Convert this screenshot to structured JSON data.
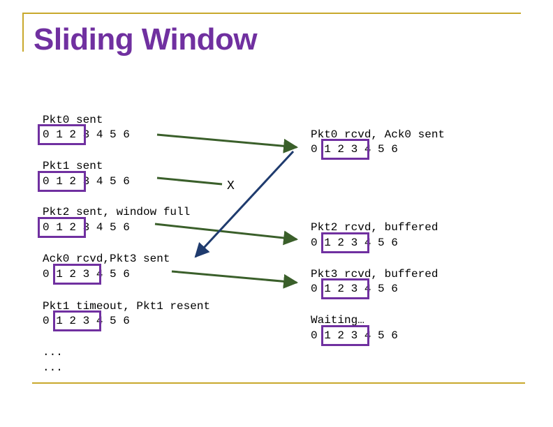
{
  "title": "Sliding Window",
  "sender": {
    "events": [
      {
        "label": "Pkt0 sent",
        "seq": "0 1 2 3 4 5 6"
      },
      {
        "label": "Pkt1 sent",
        "seq": "0 1 2 3 4 5 6"
      },
      {
        "label": "Pkt2 sent, window full",
        "seq": "0 1 2 3 4 5 6"
      },
      {
        "label": "Ack0 rcvd,Pkt3 sent",
        "seq": "0 1 2 3 4 5 6"
      },
      {
        "label": "Pkt1 timeout, Pkt1 resent",
        "seq": "0 1 2 3 4 5 6"
      }
    ],
    "ellipsis": [
      "...",
      "..."
    ]
  },
  "receiver": {
    "events": [
      {
        "label": "Pkt0 rcvd, Ack0 sent",
        "seq": "0 1 2 3 4 5 6"
      },
      {
        "label": "Pkt2 rcvd, buffered",
        "seq": "0 1 2 3 4 5 6"
      },
      {
        "label": "Pkt3 rcvd, buffered",
        "seq": "0 1 2 3 4 5 6"
      },
      {
        "label": "Waiting…",
        "seq": "0 1 2 3 4 5 6"
      }
    ]
  },
  "loss_marker": "X",
  "colors": {
    "window": "#7030a0",
    "packet_arrow": "#3a5f2a",
    "ack_arrow": "#1f3b6e",
    "title": "#7030a0",
    "rule": "#c8a82c"
  }
}
